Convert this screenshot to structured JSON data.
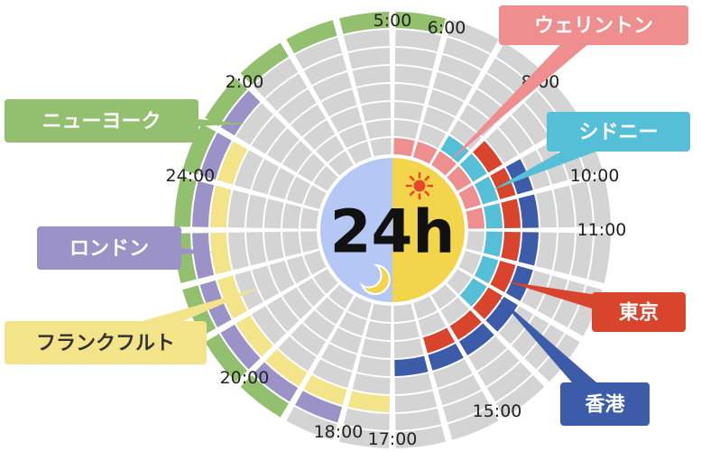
{
  "center": {
    "label": "24h"
  },
  "time_labels": [
    {
      "hour": 5,
      "text": "5:00"
    },
    {
      "hour": 6,
      "text": "6:00"
    },
    {
      "hour": 8,
      "text": "8:00"
    },
    {
      "hour": 10,
      "text": "10:00"
    },
    {
      "hour": 11,
      "text": "11:00"
    },
    {
      "hour": 15,
      "text": "15:00"
    },
    {
      "hour": 17,
      "text": "17:00"
    },
    {
      "hour": 18,
      "text": "18:00"
    },
    {
      "hour": 20,
      "text": "20:00"
    },
    {
      "hour": 24,
      "text": "24:00"
    },
    {
      "hour": 2,
      "text": "2:00"
    }
  ],
  "cities": [
    {
      "name": "ウェリントン",
      "color": "#ee8e8e",
      "text_color": "#ffffff",
      "ring": 1,
      "day_start_hour": 5,
      "day_hours": 6
    },
    {
      "name": "シドニー",
      "color": "#56bfd8",
      "text_color": "#ffffff",
      "ring": 2,
      "day_start_hour": 7,
      "day_hours": 7
    },
    {
      "name": "東京",
      "color": "#d8452c",
      "text_color": "#ffffff",
      "ring": 3,
      "day_start_hour": 8,
      "day_hours": 8
    },
    {
      "name": "香港",
      "color": "#3c5ba8",
      "text_color": "#ffffff",
      "ring": 4,
      "day_start_hour": 9,
      "day_hours": 8
    },
    {
      "name": "フランクフルト",
      "color": "#f3e48a",
      "text_color": "#333333",
      "ring": 6,
      "day_start_hour": 17,
      "day_hours": 8
    },
    {
      "name": "ロンドン",
      "color": "#9b93c8",
      "text_color": "#ffffff",
      "ring": 7,
      "day_start_hour": 18,
      "day_hours": 8
    },
    {
      "name": "ニューヨーク",
      "color": "#93c06f",
      "text_color": "#ffffff",
      "ring": 8,
      "day_start_hour": 19,
      "day_hours": 11
    }
  ],
  "colors": {
    "grid": "#d4d4d4",
    "day_half": "#f2d54a",
    "night_half": "#b5c7f4",
    "sun": "#e8472c",
    "moon": "#f2d54a"
  },
  "icons": {
    "day": "sun-icon",
    "night": "moon-icon"
  }
}
